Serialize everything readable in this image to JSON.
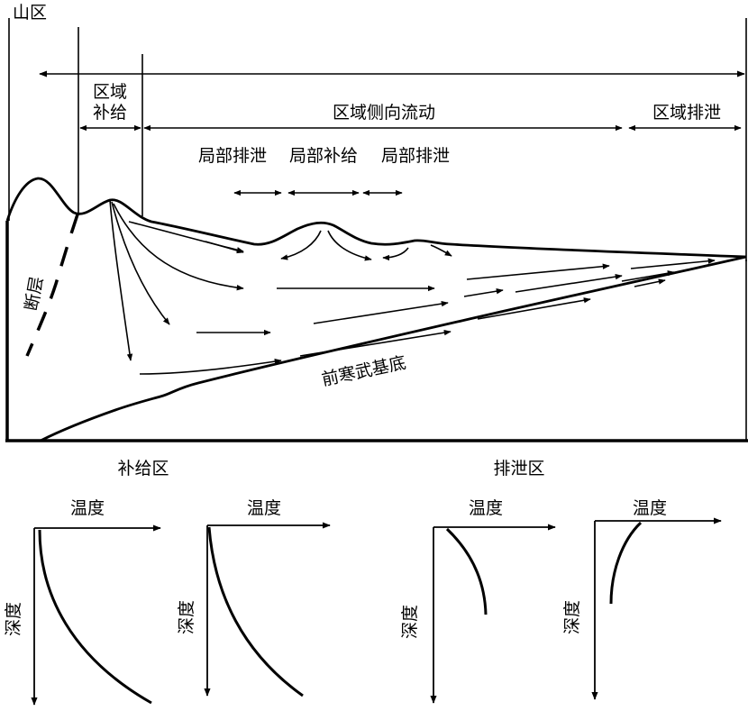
{
  "labels": {
    "mountain": "山区",
    "regional_recharge_line1": "区域",
    "regional_recharge_line2": "补给",
    "regional_lateral_flow": "区域侧向流动",
    "regional_discharge": "区域排泄",
    "local_discharge_1": "局部排泄",
    "local_recharge": "局部补给",
    "local_discharge_2": "局部排泄",
    "fault": "断层",
    "basement": "前寒武基底",
    "recharge_zone": "补给区",
    "discharge_zone": "排泄区"
  },
  "profiles": [
    {
      "temperature": "温度",
      "depth": "深度"
    },
    {
      "temperature": "温度",
      "depth": "深度"
    },
    {
      "temperature": "温度",
      "depth": "深度"
    },
    {
      "temperature": "温度",
      "depth": "深度"
    }
  ]
}
